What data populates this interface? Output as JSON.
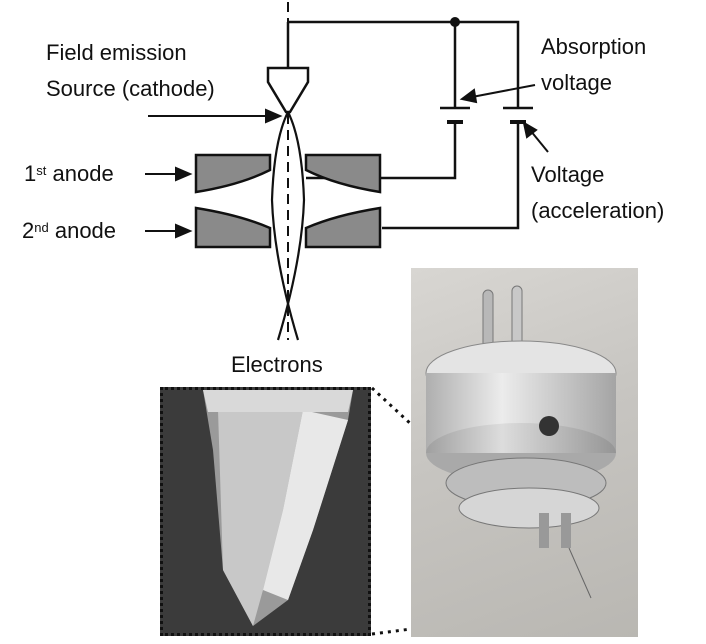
{
  "labels": {
    "field_emission_line1": "Field emission",
    "field_emission_line2": "Source (cathode)",
    "absorption_line1": "Absorption",
    "absorption_line2": "voltage",
    "voltage_line1": "Voltage",
    "voltage_line2": "(acceleration)",
    "anode1_num": "1",
    "anode1_sup": "st",
    "anode1_word": "anode",
    "anode2_num": "2",
    "anode2_sup": "nd",
    "anode2_word": "anode",
    "electrons": "Electrons"
  },
  "colors": {
    "ink": "#111111",
    "electrode_fill": "#8a8a8a",
    "sem_background": "#3b3b3b",
    "tip_highlight": "#e8e8e8"
  },
  "icons": [
    "field-emission-cathode",
    "battery-symbol",
    "anode-electrode",
    "electron-beam"
  ]
}
